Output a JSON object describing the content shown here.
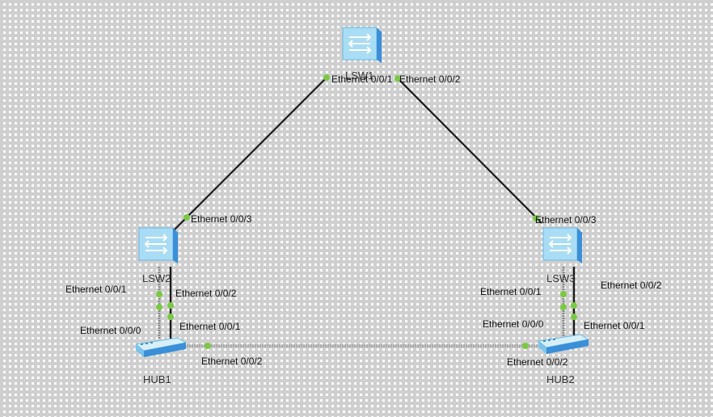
{
  "devices": {
    "lsw1": {
      "name": "LSW1"
    },
    "lsw2": {
      "name": "LSW2"
    },
    "lsw3": {
      "name": "LSW3"
    },
    "hub1": {
      "name": "HUB1"
    },
    "hub2": {
      "name": "HUB2"
    }
  },
  "ports": {
    "lsw1_e001": "Ethernet 0/0/1",
    "lsw1_e002": "Ethernet 0/0/2",
    "lsw2_e003": "Ethernet 0/0/3",
    "lsw2_e001": "Ethernet 0/0/1",
    "lsw2_e002": "Ethernet 0/0/2",
    "hub1_e000": "Ethernet 0/0/0",
    "hub1_e001": "Ethernet 0/0/1",
    "hub1_e002": "Ethernet 0/0/2",
    "lsw3_e003": "Ethernet 0/0/3",
    "lsw3_e001": "Ethernet 0/0/1",
    "lsw3_e002": "Ethernet 0/0/2",
    "hub2_e000": "Ethernet 0/0/0",
    "hub2_e001": "Ethernet 0/0/1",
    "hub2_e002": "Ethernet 0/0/2"
  },
  "colors": {
    "link": "#1a1a1a",
    "hub_link": "#9a9a9a",
    "port_dot": "#7ac943",
    "switch_body": "#a9dcf5",
    "switch_side": "#3a8fd8",
    "hub_body": "#a9dcf5"
  },
  "icons": {
    "switch": "switch-icon",
    "hub": "hub-icon"
  }
}
